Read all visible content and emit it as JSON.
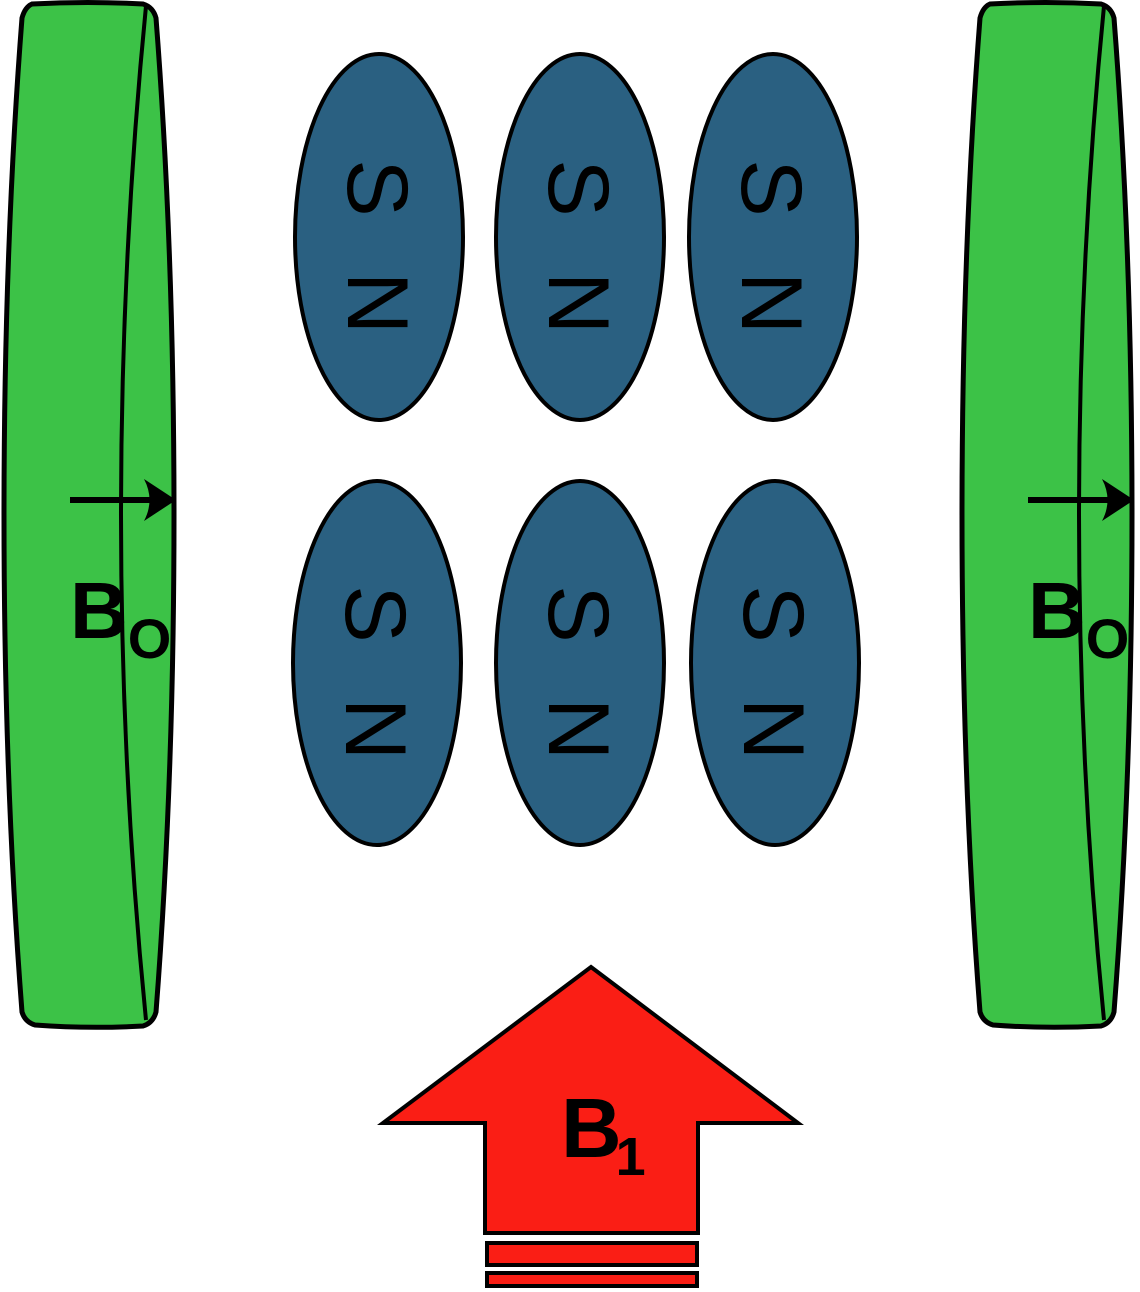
{
  "diagram": {
    "description": "NMR magnetic field diagram",
    "background": "#ffffff",
    "colors": {
      "coil_fill": "#3CC247",
      "magnet_fill": "#2A6081",
      "rf_arrow_fill": "#FA1E15",
      "outline": "#000000"
    },
    "coils": {
      "left": {
        "field_label": {
          "base": "B",
          "sub": "O"
        },
        "arrow_icon": "right-arrow"
      },
      "right": {
        "field_label": {
          "base": "B",
          "sub": "O"
        },
        "arrow_icon": "right-arrow"
      }
    },
    "magnets": [
      {
        "top": "S",
        "bottom": "N"
      },
      {
        "top": "S",
        "bottom": "N"
      },
      {
        "top": "S",
        "bottom": "N"
      },
      {
        "top": "S",
        "bottom": "N"
      },
      {
        "top": "S",
        "bottom": "N"
      },
      {
        "top": "S",
        "bottom": "N"
      }
    ],
    "rf_pulse": {
      "field_label": {
        "base": "B",
        "sub": "1"
      },
      "arrow_icon": "up-arrow",
      "pulse_bars": 2
    }
  }
}
